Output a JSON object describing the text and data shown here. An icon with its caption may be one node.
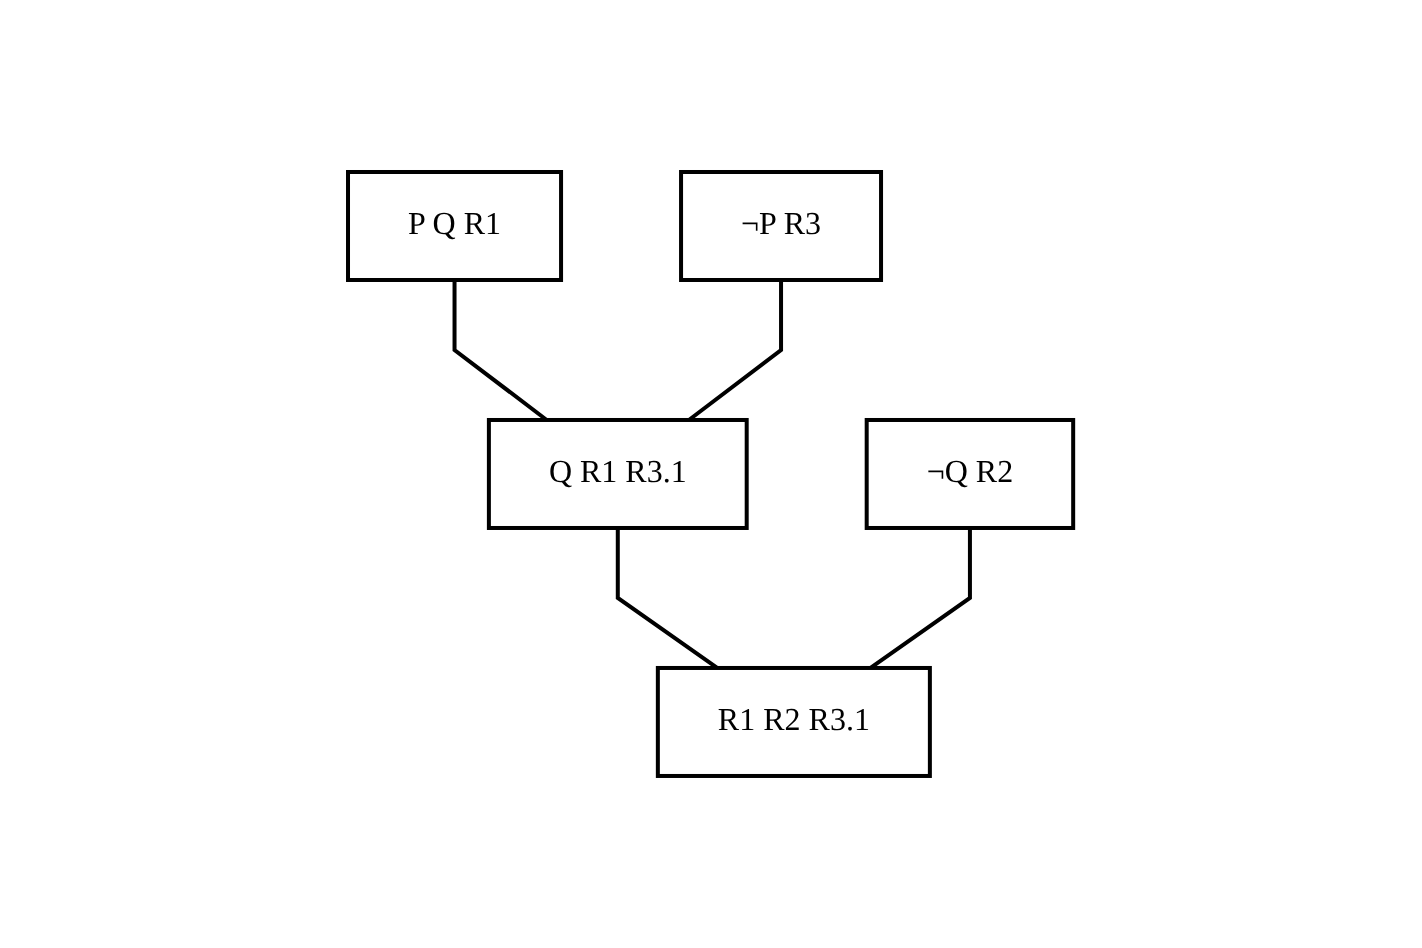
{
  "diagram": {
    "nodes": [
      {
        "text": [
          "P Q R1"
        ]
      },
      {
        "text": [
          "¬P R3"
        ]
      },
      {
        "text": [
          "Q R1 R3.1"
        ]
      },
      {
        "text": [
          "¬Q R2"
        ]
      },
      {
        "text": [
          "R1 R2 R3.1"
        ]
      }
    ],
    "edges": [
      {
        "from": 0,
        "to": 2,
        "arrow": "none"
      },
      {
        "from": 1,
        "to": 2,
        "arrow": "none"
      },
      {
        "from": 2,
        "to": 4,
        "arrow": "none"
      },
      {
        "from": 3,
        "to": 4,
        "arrow": "none"
      }
    ]
  }
}
